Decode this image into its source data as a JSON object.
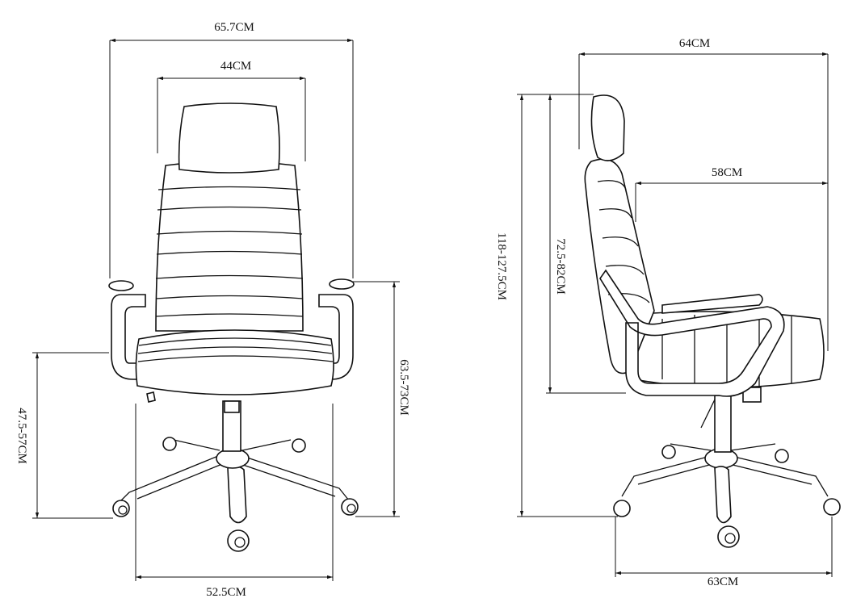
{
  "front_view": {
    "overall_width": "65.7CM",
    "headrest_width": "44CM",
    "armrest_height": "63.5-73CM",
    "seat_height": "47.5-57CM",
    "base_width": "52.5CM"
  },
  "side_view": {
    "overall_depth": "64CM",
    "seat_depth": "58CM",
    "overall_height": "118-127.5CM",
    "backrest_height": "72.5-82CM",
    "base_depth": "63CM"
  }
}
